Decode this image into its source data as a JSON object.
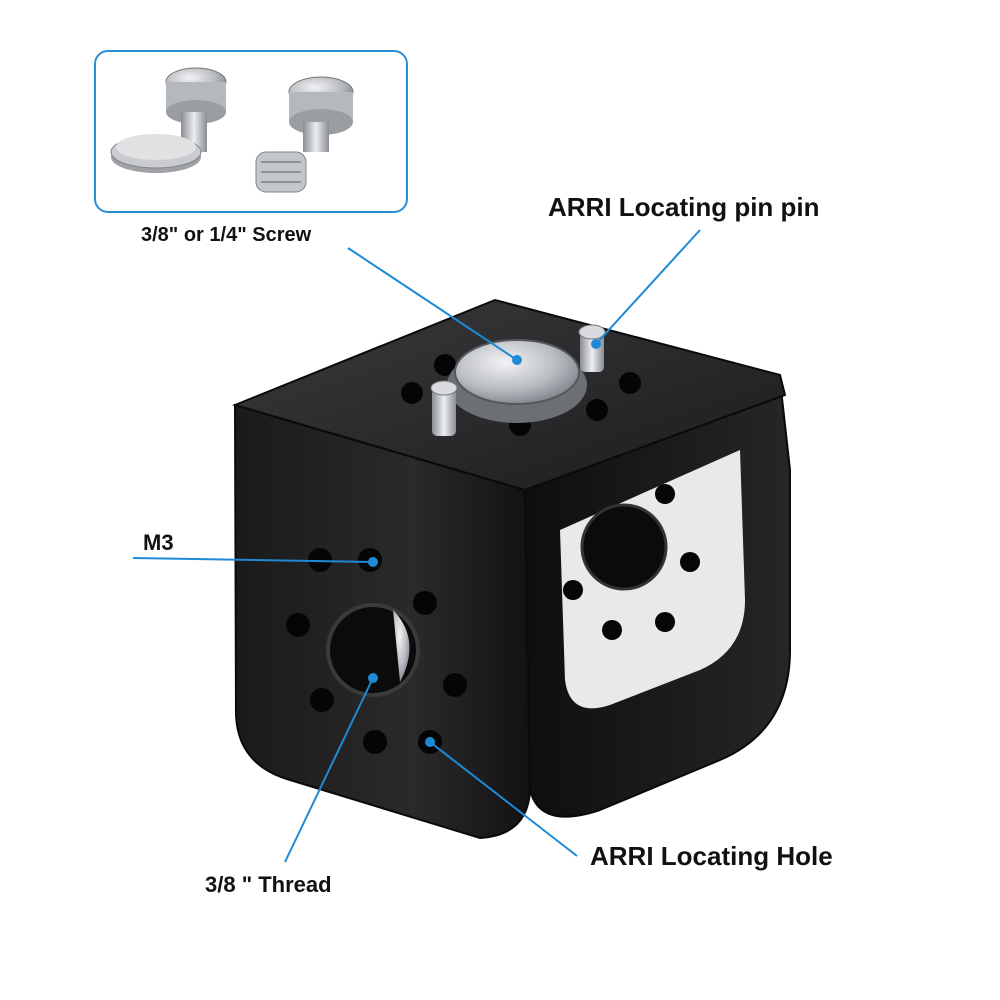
{
  "labels": {
    "screw": "3/8\" or 1/4\" Screw",
    "pin": "ARRI Locating pin pin",
    "m3": "M3",
    "hole": "ARRI Locating Hole",
    "thread": "3/8 \" Thread"
  },
  "colors": {
    "callout": "#1e8ad6",
    "body": "#161616",
    "steel": "#c7c9cc",
    "inset_border": "#2a8fd6"
  }
}
